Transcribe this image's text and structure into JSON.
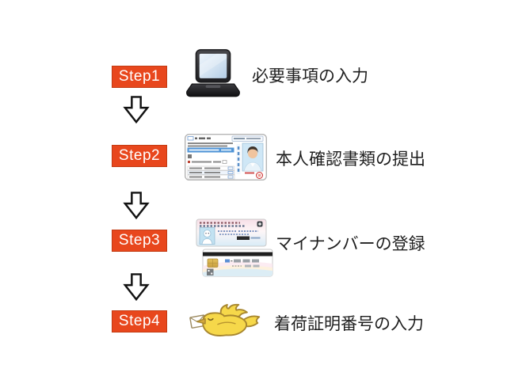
{
  "colors": {
    "step_bg": "#e8471d",
    "step_border": "#c23a12",
    "step_text": "#ffffff",
    "label_text": "#1f1f1f",
    "arrow_fill": "#ffffff",
    "arrow_stroke": "#121212",
    "bird_fill": "#f6d84a",
    "bird_outline": "#a8872f"
  },
  "steps": [
    {
      "badge": "Step1",
      "label": "必要事項の入力",
      "icon": "laptop-icon"
    },
    {
      "badge": "Step2",
      "label": "本人確認書類の提出",
      "icon": "drivers-license-icon"
    },
    {
      "badge": "Step3",
      "label": "マイナンバーの登録",
      "icon": "mynumber-card-icon"
    },
    {
      "badge": "Step4",
      "label": "着荷証明番号の入力",
      "icon": "bird-mail-icon"
    }
  ]
}
